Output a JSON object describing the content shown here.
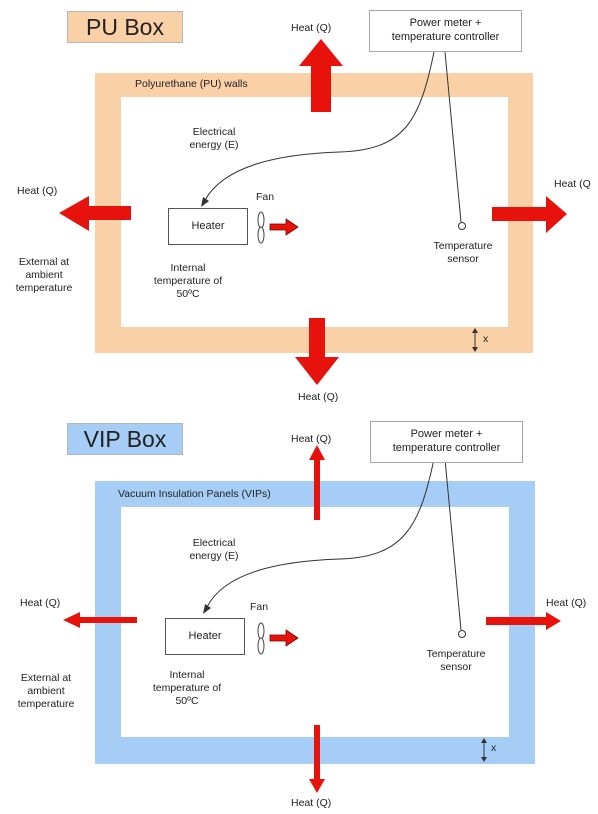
{
  "panels": [
    {
      "title": "PU Box",
      "wall_label": "Polyurethane (PU) walls",
      "wall_color": "#fad0a6",
      "title_bg": "#fad0a6",
      "controller_line1": "Power meter +",
      "controller_line2": "temperature controller",
      "heater_label": "Heater",
      "fan_label": "Fan",
      "electrical_line1": "Electrical",
      "electrical_line2": "energy (E)",
      "internal_line1": "Internal",
      "internal_line2": "temperature of",
      "internal_line3": "50ºC",
      "external_line1": "External at",
      "external_line2": "ambient",
      "external_line3": "temperature",
      "sensor_line1": "Temperature",
      "sensor_line2": "sensor",
      "heat_top": "Heat (Q)",
      "heat_left": "Heat (Q)",
      "heat_right": "Heat (Q",
      "heat_bottom": "Heat (Q)",
      "thickness_label": "x",
      "heat_arrow_style": "thick"
    },
    {
      "title": "VIP Box",
      "wall_label": "Vacuum Insulation Panels (VIPs)",
      "wall_color": "#a5cdf5",
      "title_bg": "#a5cdf5",
      "controller_line1": "Power meter +",
      "controller_line2": "temperature controller",
      "heater_label": "Heater",
      "fan_label": "Fan",
      "electrical_line1": "Electrical",
      "electrical_line2": "energy (E)",
      "internal_line1": "Internal",
      "internal_line2": "temperature of",
      "internal_line3": "50ºC",
      "external_line1": "External at",
      "external_line2": "ambient",
      "external_line3": "temperature",
      "sensor_line1": "Temperature",
      "sensor_line2": "sensor",
      "heat_top": "Heat (Q)",
      "heat_left": "Heat (Q)",
      "heat_right": "Heat (Q)",
      "heat_bottom": "Heat (Q)",
      "thickness_label": "x",
      "heat_arrow_style": "thin"
    }
  ],
  "colors": {
    "heat_arrow": "#e8120c",
    "fan_arrow": "#e8120c",
    "inner_space": "#ffffff",
    "wiring": "#333333"
  }
}
